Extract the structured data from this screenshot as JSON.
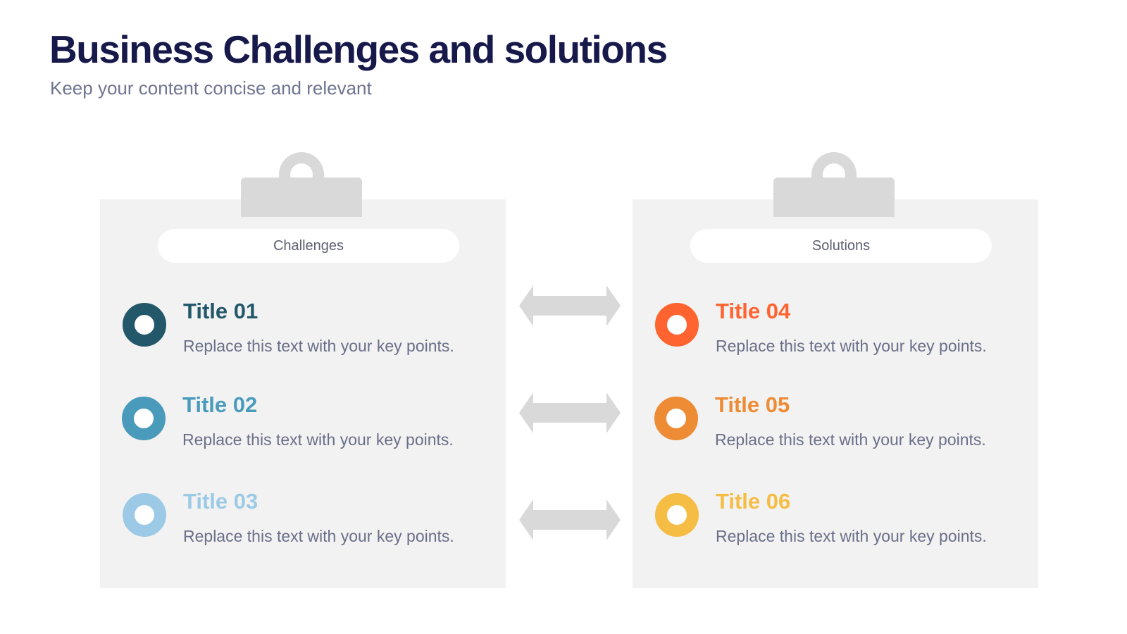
{
  "header": {
    "title": "Business Challenges and solutions",
    "subtitle": "Keep your content concise and relevant"
  },
  "challenges": {
    "label": "Challenges",
    "items": [
      {
        "title": "Title 01",
        "text": "Replace this text with your key points.",
        "color": "#23586a"
      },
      {
        "title": "Title 02",
        "text": "Replace this text with your key points.",
        "color": "#4a9bbb"
      },
      {
        "title": "Title 03",
        "text": "Replace this text with your key points.",
        "color": "#9ccae6"
      }
    ]
  },
  "solutions": {
    "label": "Solutions",
    "items": [
      {
        "title": "Title 04",
        "text": "Replace this text with your key points.",
        "color": "#ff6430"
      },
      {
        "title": "Title 05",
        "text": "Replace this text with your key points.",
        "color": "#ee8c35"
      },
      {
        "title": "Title 06",
        "text": "Replace this text with your key points.",
        "color": "#f6bd45"
      }
    ]
  },
  "colors": {
    "panel": "#f2f2f2",
    "clip": "#d9d9d9",
    "arrow": "#d9d9d9",
    "title": "#16194a",
    "body_text": "#6a6f88"
  }
}
